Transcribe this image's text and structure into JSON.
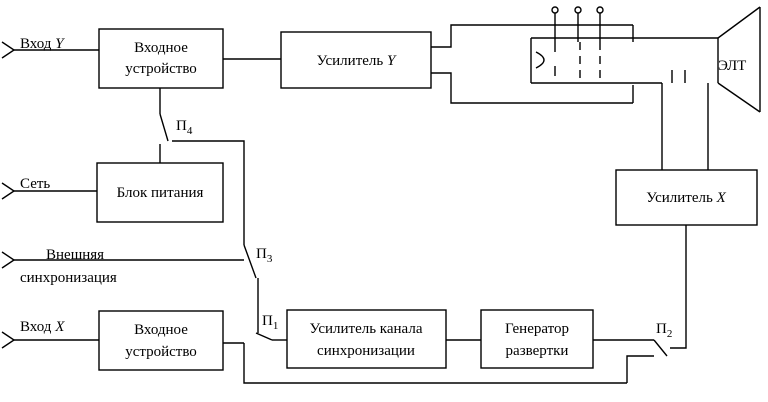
{
  "blocks": {
    "input_y": {
      "line1": "Входное",
      "line2": "устройство"
    },
    "amp_y": {
      "label": "Усилитель",
      "axis": "Y"
    },
    "power": {
      "label": "Блок питания"
    },
    "amp_x": {
      "label": "Усилитель",
      "axis": "X"
    },
    "input_x": {
      "line1": "Входное",
      "line2": "устройство"
    },
    "amp_sync": {
      "line1": "Усилитель канала",
      "line2": "синхронизации"
    },
    "sweep_gen": {
      "line1": "Генератор",
      "line2": "развертки"
    }
  },
  "inputs": {
    "y": {
      "label": "Вход",
      "axis": "Y"
    },
    "mains": {
      "label": "Сеть"
    },
    "ext_sync": {
      "line1": "Внешняя",
      "line2": "синхронизация"
    },
    "x": {
      "label": "Вход",
      "axis": "X"
    }
  },
  "crt": {
    "label": "ЭЛТ"
  },
  "switches": {
    "p1": {
      "letter": "П",
      "index": "1"
    },
    "p2": {
      "letter": "П",
      "index": "2"
    },
    "p3": {
      "letter": "П",
      "index": "3"
    },
    "p4": {
      "letter": "П",
      "index": "4"
    }
  }
}
